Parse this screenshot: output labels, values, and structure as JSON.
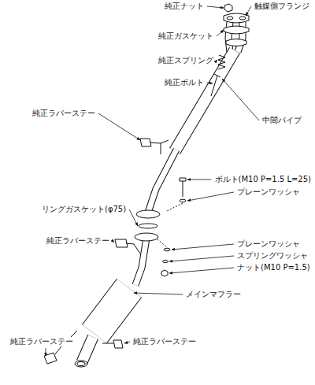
{
  "diagram": {
    "labels": [
      "純正ナット",
      "触媒側フランジ",
      "純正ガスケット",
      "純正スプリング",
      "純正ボルト",
      "純正ラバーステー",
      "中間パイプ",
      "ボルト(M10 P=1.5 L=25)",
      "プレーンワッシャ",
      "リングガスケット(φ75)",
      "純正ラバーステー",
      "プレーンワッシャ",
      "スプリングワッシャ",
      "ナット(M10 P=1.5)",
      "メインマフラー",
      "純正ラバーステー",
      "純正ラバーステー"
    ]
  }
}
